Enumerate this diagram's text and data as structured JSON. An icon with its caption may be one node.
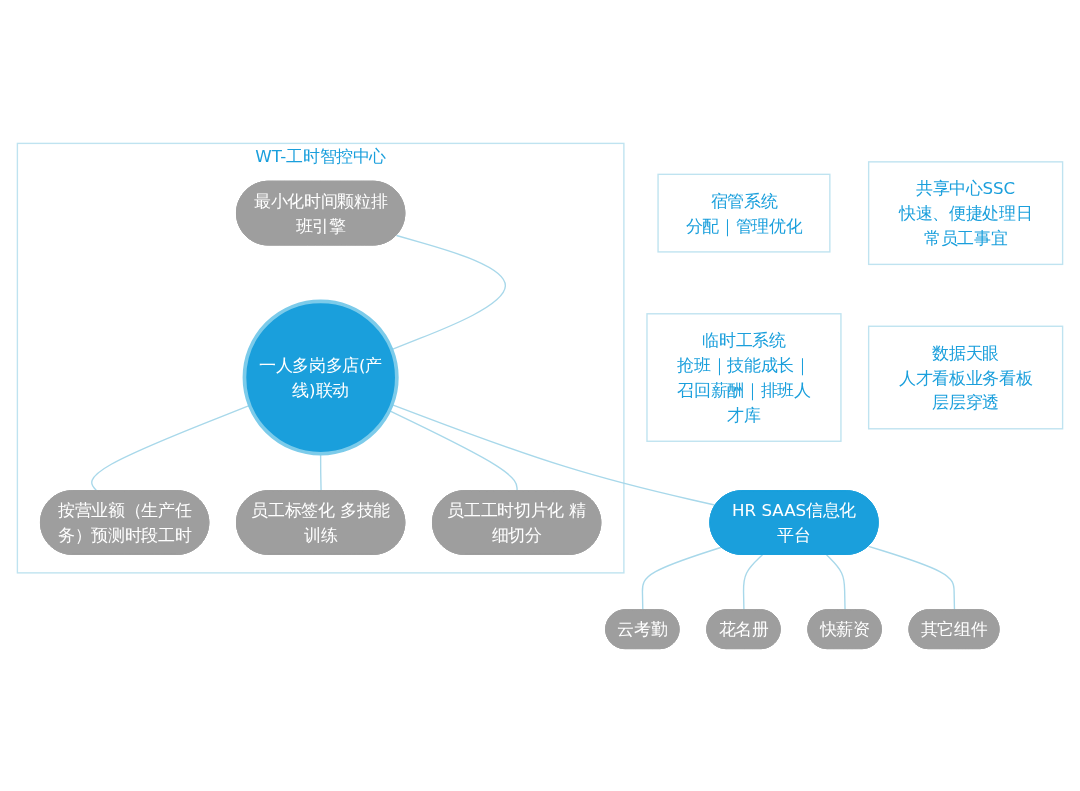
{
  "diagram": {
    "nodes": [
      {
        "text": [
          "宿管系统",
          "分配｜管理优化"
        ]
      },
      {
        "text": [
          "WT-工时智控中心"
        ]
      },
      {
        "text": [
          "最小化时间颗粒排班引擎"
        ],
        "in": 1
      },
      {
        "text": [
          "按营业额（生产任务）预测时段工时"
        ],
        "in": 1
      },
      {
        "text": [
          "一人多岗多店(产线)联动"
        ],
        "in": 1
      },
      {
        "text": [
          "员工标签化 多技能训练"
        ],
        "in": 1
      },
      {
        "text": [
          "员工工时切片化 精细切分"
        ],
        "in": 1
      },
      {
        "text": [
          "共享中心SSC",
          "快速、便捷处理日常员工事宜"
        ]
      },
      {
        "text": [
          "临时工系统",
          "抢班｜技能成长｜召回薪酬｜排班人才库"
        ]
      },
      {
        "text": [
          "数据天眼",
          "人才看板业务看板层层穿透"
        ]
      },
      {
        "text": [
          "HR SAAS信息化平台"
        ]
      },
      {
        "text": [
          "云考勤"
        ]
      },
      {
        "text": [
          "花名册"
        ]
      },
      {
        "text": [
          "快薪资"
        ]
      },
      {
        "text": [
          "其它组件"
        ]
      }
    ],
    "edges": [
      {
        "from": 4,
        "to": 2,
        "arrow": "none"
      },
      {
        "from": 4,
        "to": 3,
        "arrow": "none"
      },
      {
        "from": 4,
        "to": 5,
        "arrow": "none"
      },
      {
        "from": 4,
        "to": 6,
        "arrow": "none"
      },
      {
        "from": 4,
        "to": 10,
        "arrow": "none"
      },
      {
        "from": 10,
        "to": 11,
        "arrow": "none"
      },
      {
        "from": 10,
        "to": 12,
        "arrow": "none"
      },
      {
        "from": 10,
        "to": 13,
        "arrow": "none"
      },
      {
        "from": 10,
        "to": 14,
        "arrow": "none"
      }
    ]
  }
}
